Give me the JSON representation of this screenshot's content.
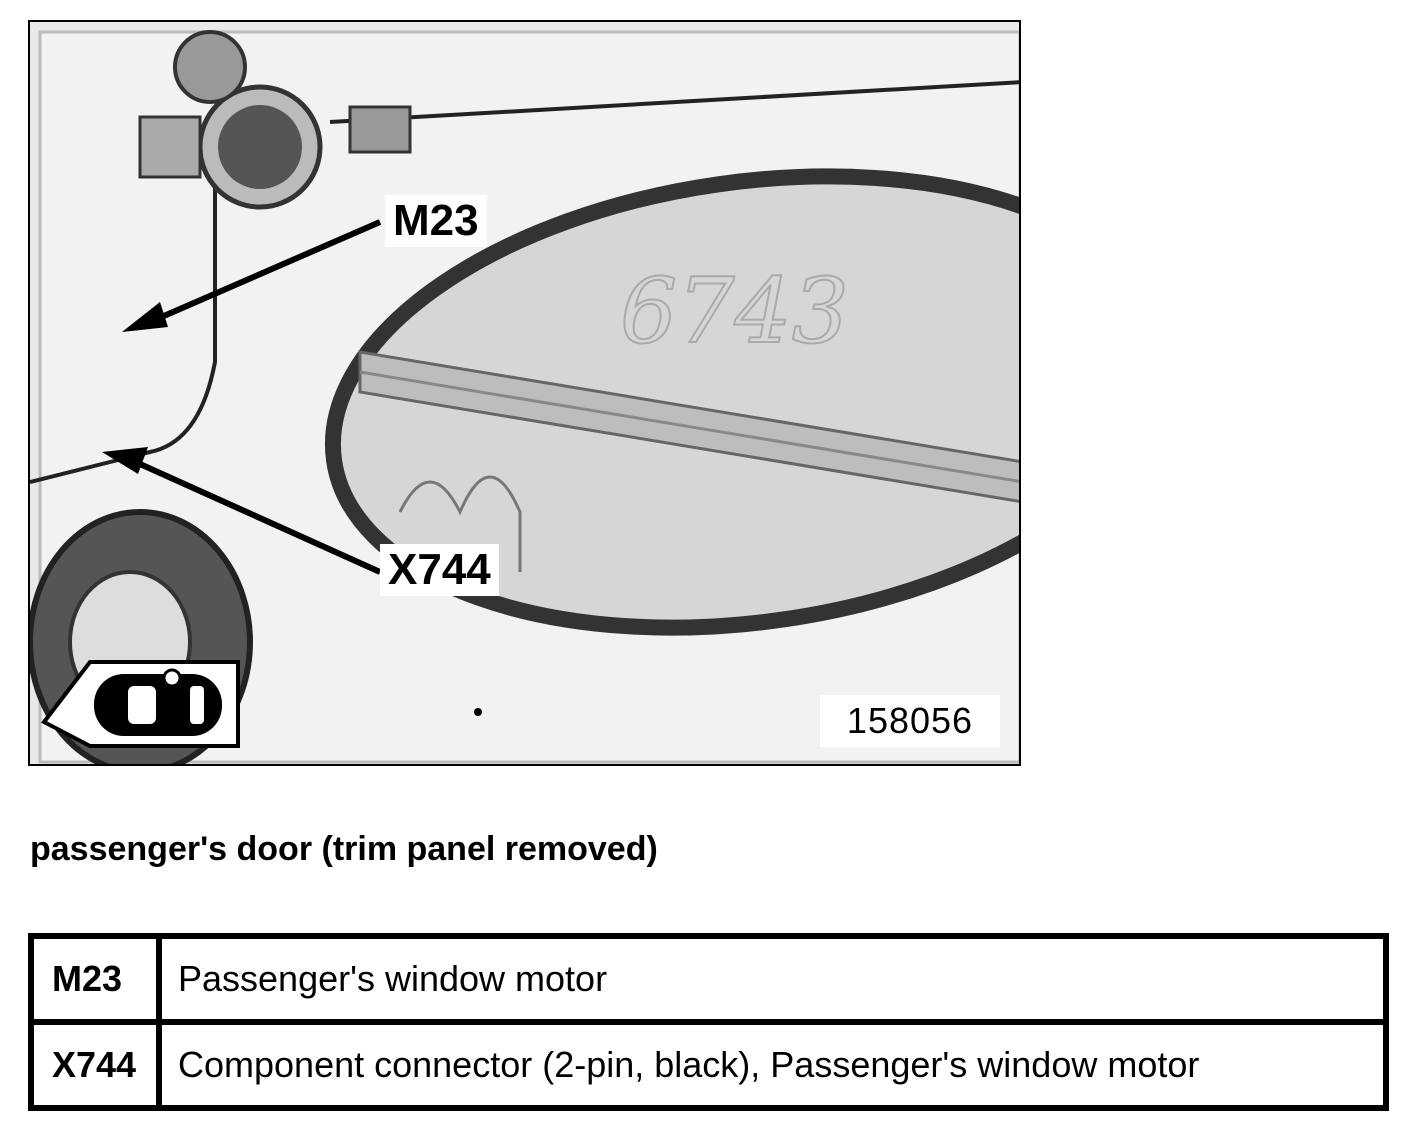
{
  "figure": {
    "callouts": {
      "m23": "M23",
      "x744": "X744"
    },
    "figure_number": "158056",
    "handwriting": "6743"
  },
  "caption": "passenger's door (trim panel removed)",
  "legend": [
    {
      "code": "M23",
      "description": "Passenger's window motor"
    },
    {
      "code": "X744",
      "description": "Component connector (2-pin, black), Passenger's window motor"
    }
  ]
}
